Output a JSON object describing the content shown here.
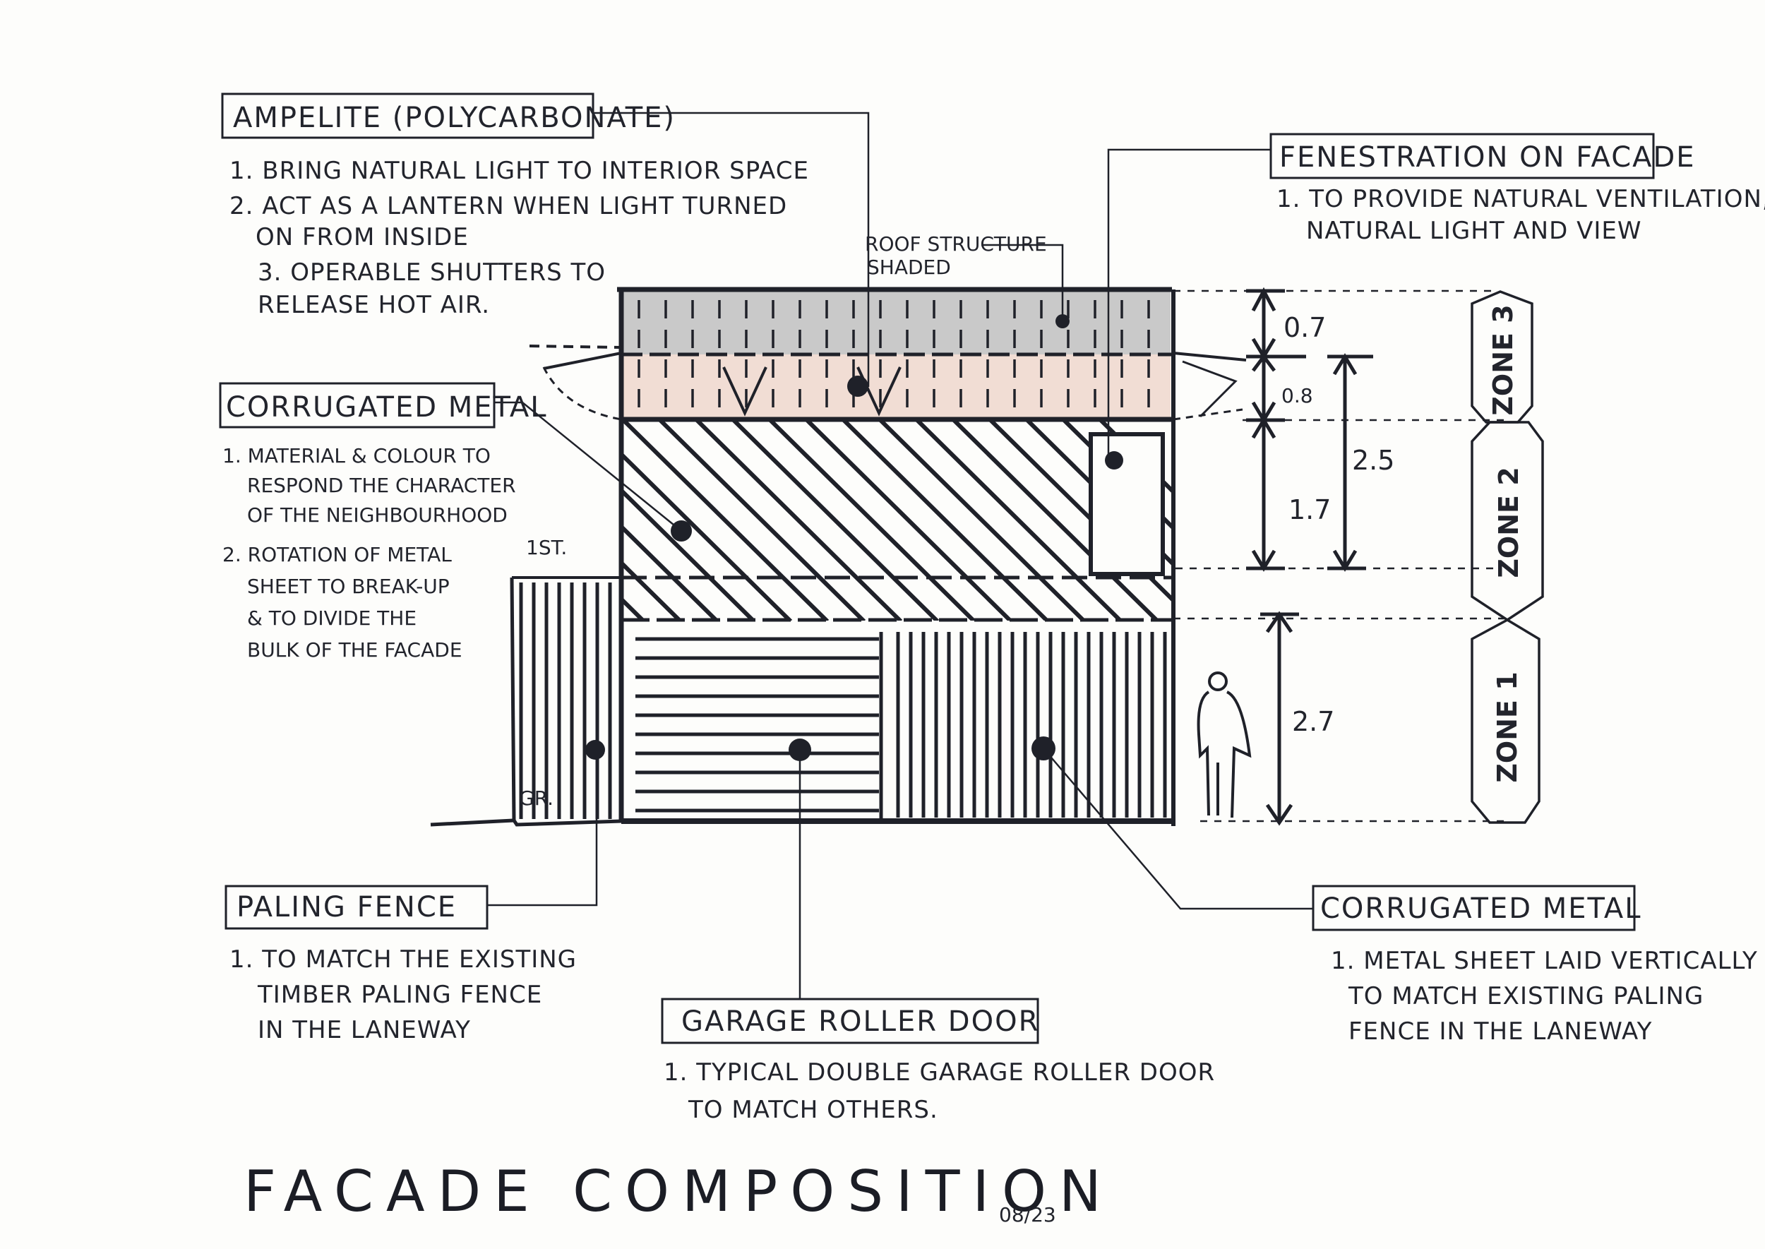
{
  "labels": {
    "ampelite": {
      "title": "AMPELITE (POLYCARBONATE)",
      "notes": [
        "1. BRING NATURAL LIGHT TO INTERIOR SPACE",
        "2. ACT AS A LANTERN WHEN LIGHT TURNED",
        "ON FROM INSIDE",
        "3. OPERABLE SHUTTERS TO",
        "RELEASE HOT AIR."
      ]
    },
    "corrugated_upper": {
      "title": "CORRUGATED METAL",
      "notes": [
        "1. MATERIAL & COLOUR TO",
        "RESPOND THE CHARACTER",
        "OF THE NEIGHBOURHOOD",
        "2. ROTATION OF METAL",
        "SHEET TO BREAK-UP",
        "& TO DIVIDE THE",
        "BULK OF THE FACADE"
      ]
    },
    "fenestration": {
      "title": "FENESTRATION ON FACADE",
      "notes": [
        "1. TO PROVIDE NATURAL VENTILATION,",
        "NATURAL LIGHT AND VIEW"
      ]
    },
    "roof": {
      "notes": [
        "ROOF STRUCTURE",
        "SHADED"
      ]
    },
    "paling": {
      "title": "PALING FENCE",
      "notes": [
        "1. TO MATCH THE EXISTING",
        "TIMBER PALING FENCE",
        "IN THE LANEWAY"
      ]
    },
    "garage": {
      "title": "GARAGE ROLLER DOOR",
      "notes": [
        "1. TYPICAL DOUBLE GARAGE ROLLER DOOR",
        "TO MATCH OTHERS."
      ]
    },
    "corrugated_lower": {
      "title": "CORRUGATED METAL",
      "notes": [
        "1. METAL SHEET LAID VERTICALLY",
        "TO MATCH EXISTING PALING",
        "FENCE IN THE LANEWAY"
      ]
    }
  },
  "levels": {
    "first": "1ST.",
    "ground": "GR."
  },
  "dimensions": {
    "d07": "0.7",
    "d08": "0.8",
    "d17": "1.7",
    "d25": "2.5",
    "d27": "2.7"
  },
  "zones": {
    "z3": "ZONE 3",
    "z2": "ZONE 2",
    "z1": "ZONE 1"
  },
  "title": "FACADE COMPOSITION",
  "date": "08/23",
  "colors": {
    "ink": "#1f2129",
    "roof_grey": "#c9c9c9",
    "roof_pink": "#f1ddd4"
  }
}
